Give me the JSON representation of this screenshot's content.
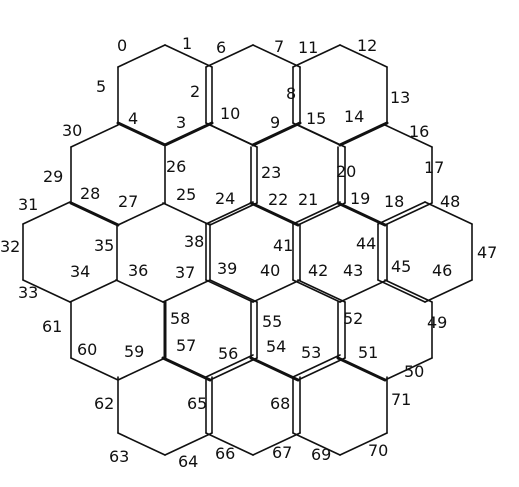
{
  "diagram": {
    "stroke_color": "#111111",
    "background": "#ffffff",
    "vertex_labels": [
      "0",
      "1",
      "2",
      "3",
      "4",
      "5",
      "6",
      "7",
      "8",
      "9",
      "10",
      "11",
      "12",
      "13",
      "14",
      "15",
      "16",
      "17",
      "18",
      "19",
      "20",
      "21",
      "22",
      "23",
      "24",
      "25",
      "26",
      "27",
      "28",
      "29",
      "30",
      "31",
      "32",
      "33",
      "34",
      "35",
      "36",
      "37",
      "38",
      "39",
      "40",
      "41",
      "42",
      "43",
      "44",
      "45",
      "46",
      "47",
      "48",
      "49",
      "50",
      "51",
      "52",
      "53",
      "54",
      "55",
      "56",
      "57",
      "58",
      "59",
      "60",
      "61",
      "62",
      "63",
      "64",
      "65",
      "66",
      "67",
      "68",
      "69",
      "70",
      "71"
    ]
  }
}
